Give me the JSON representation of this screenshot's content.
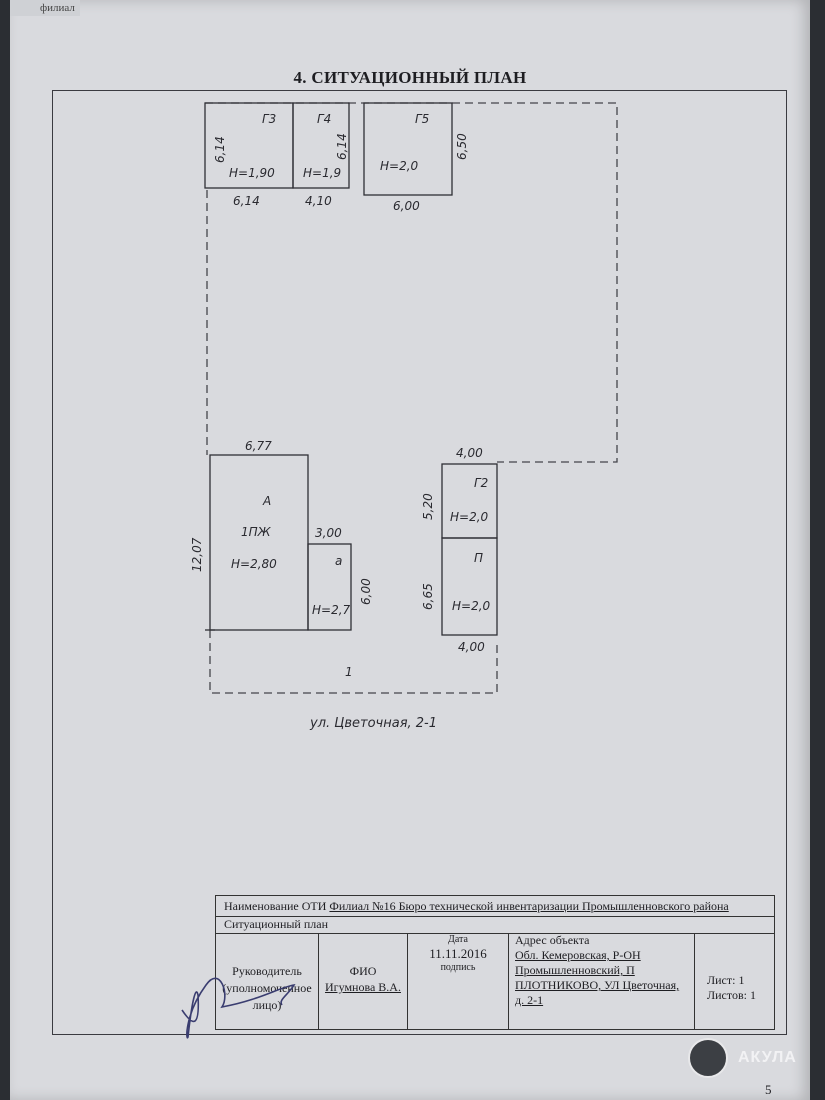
{
  "header": {
    "scrap_label": "филиал",
    "title": "4. СИТУАЦИОННЫЙ ПЛАН"
  },
  "plan": {
    "garages": [
      {
        "id": "G3",
        "label": "Г3",
        "height": "Н=1,90",
        "side_dim": "6,14",
        "bottom_dim": "6,14"
      },
      {
        "id": "G4",
        "label": "Г4",
        "height": "Н=1,9",
        "side_dim": "6,14",
        "bottom_dim": "4,10"
      },
      {
        "id": "G5",
        "label": "Г5",
        "height": "Н=2,0",
        "side_dim": "6,50",
        "bottom_dim": "6,00"
      }
    ],
    "house": {
      "label": "А",
      "purpose": "1ПЖ",
      "height": "Н=2,80",
      "top_dim": "6,77",
      "side_dim": "12,07"
    },
    "annex": {
      "label": "а",
      "height": "Н=2,7",
      "top_dim": "3,00",
      "side_dim": "6,00"
    },
    "garage_g2": {
      "label": "Г2",
      "height": "Н=2,0",
      "top_dim": "4,00",
      "side_dim": "5,20"
    },
    "shed_p": {
      "label": "П",
      "height": "Н=2,0",
      "side_dim": "6,65",
      "bottom_dim": "4,00"
    },
    "lot_label": "1",
    "street": "ул. Цветочная, 2-1"
  },
  "title_block": {
    "org_label": "Наименование ОТИ",
    "org_value": "Филиал №16 Бюро технической инвентаризации Промышленновского района",
    "doc_name": "Ситуационный план",
    "role": "Руководитель (уполномоченное лицо)",
    "fio_label": "ФИО",
    "fio_value": "Игумнова В.А.",
    "date_label": "Дата",
    "date_value": "11.11.2016",
    "sign_label": "подпись",
    "address_label": "Адрес объекта",
    "address_value": "Обл. Кемеровская, Р-ОН Промышленновский, П ПЛОТНИКОВО, УЛ Цветочная, д. 2-1",
    "sheet": "Лист: 1",
    "sheets": "Листов: 1"
  },
  "footer": {
    "watermark": "АКУЛА",
    "page_number": "5"
  }
}
